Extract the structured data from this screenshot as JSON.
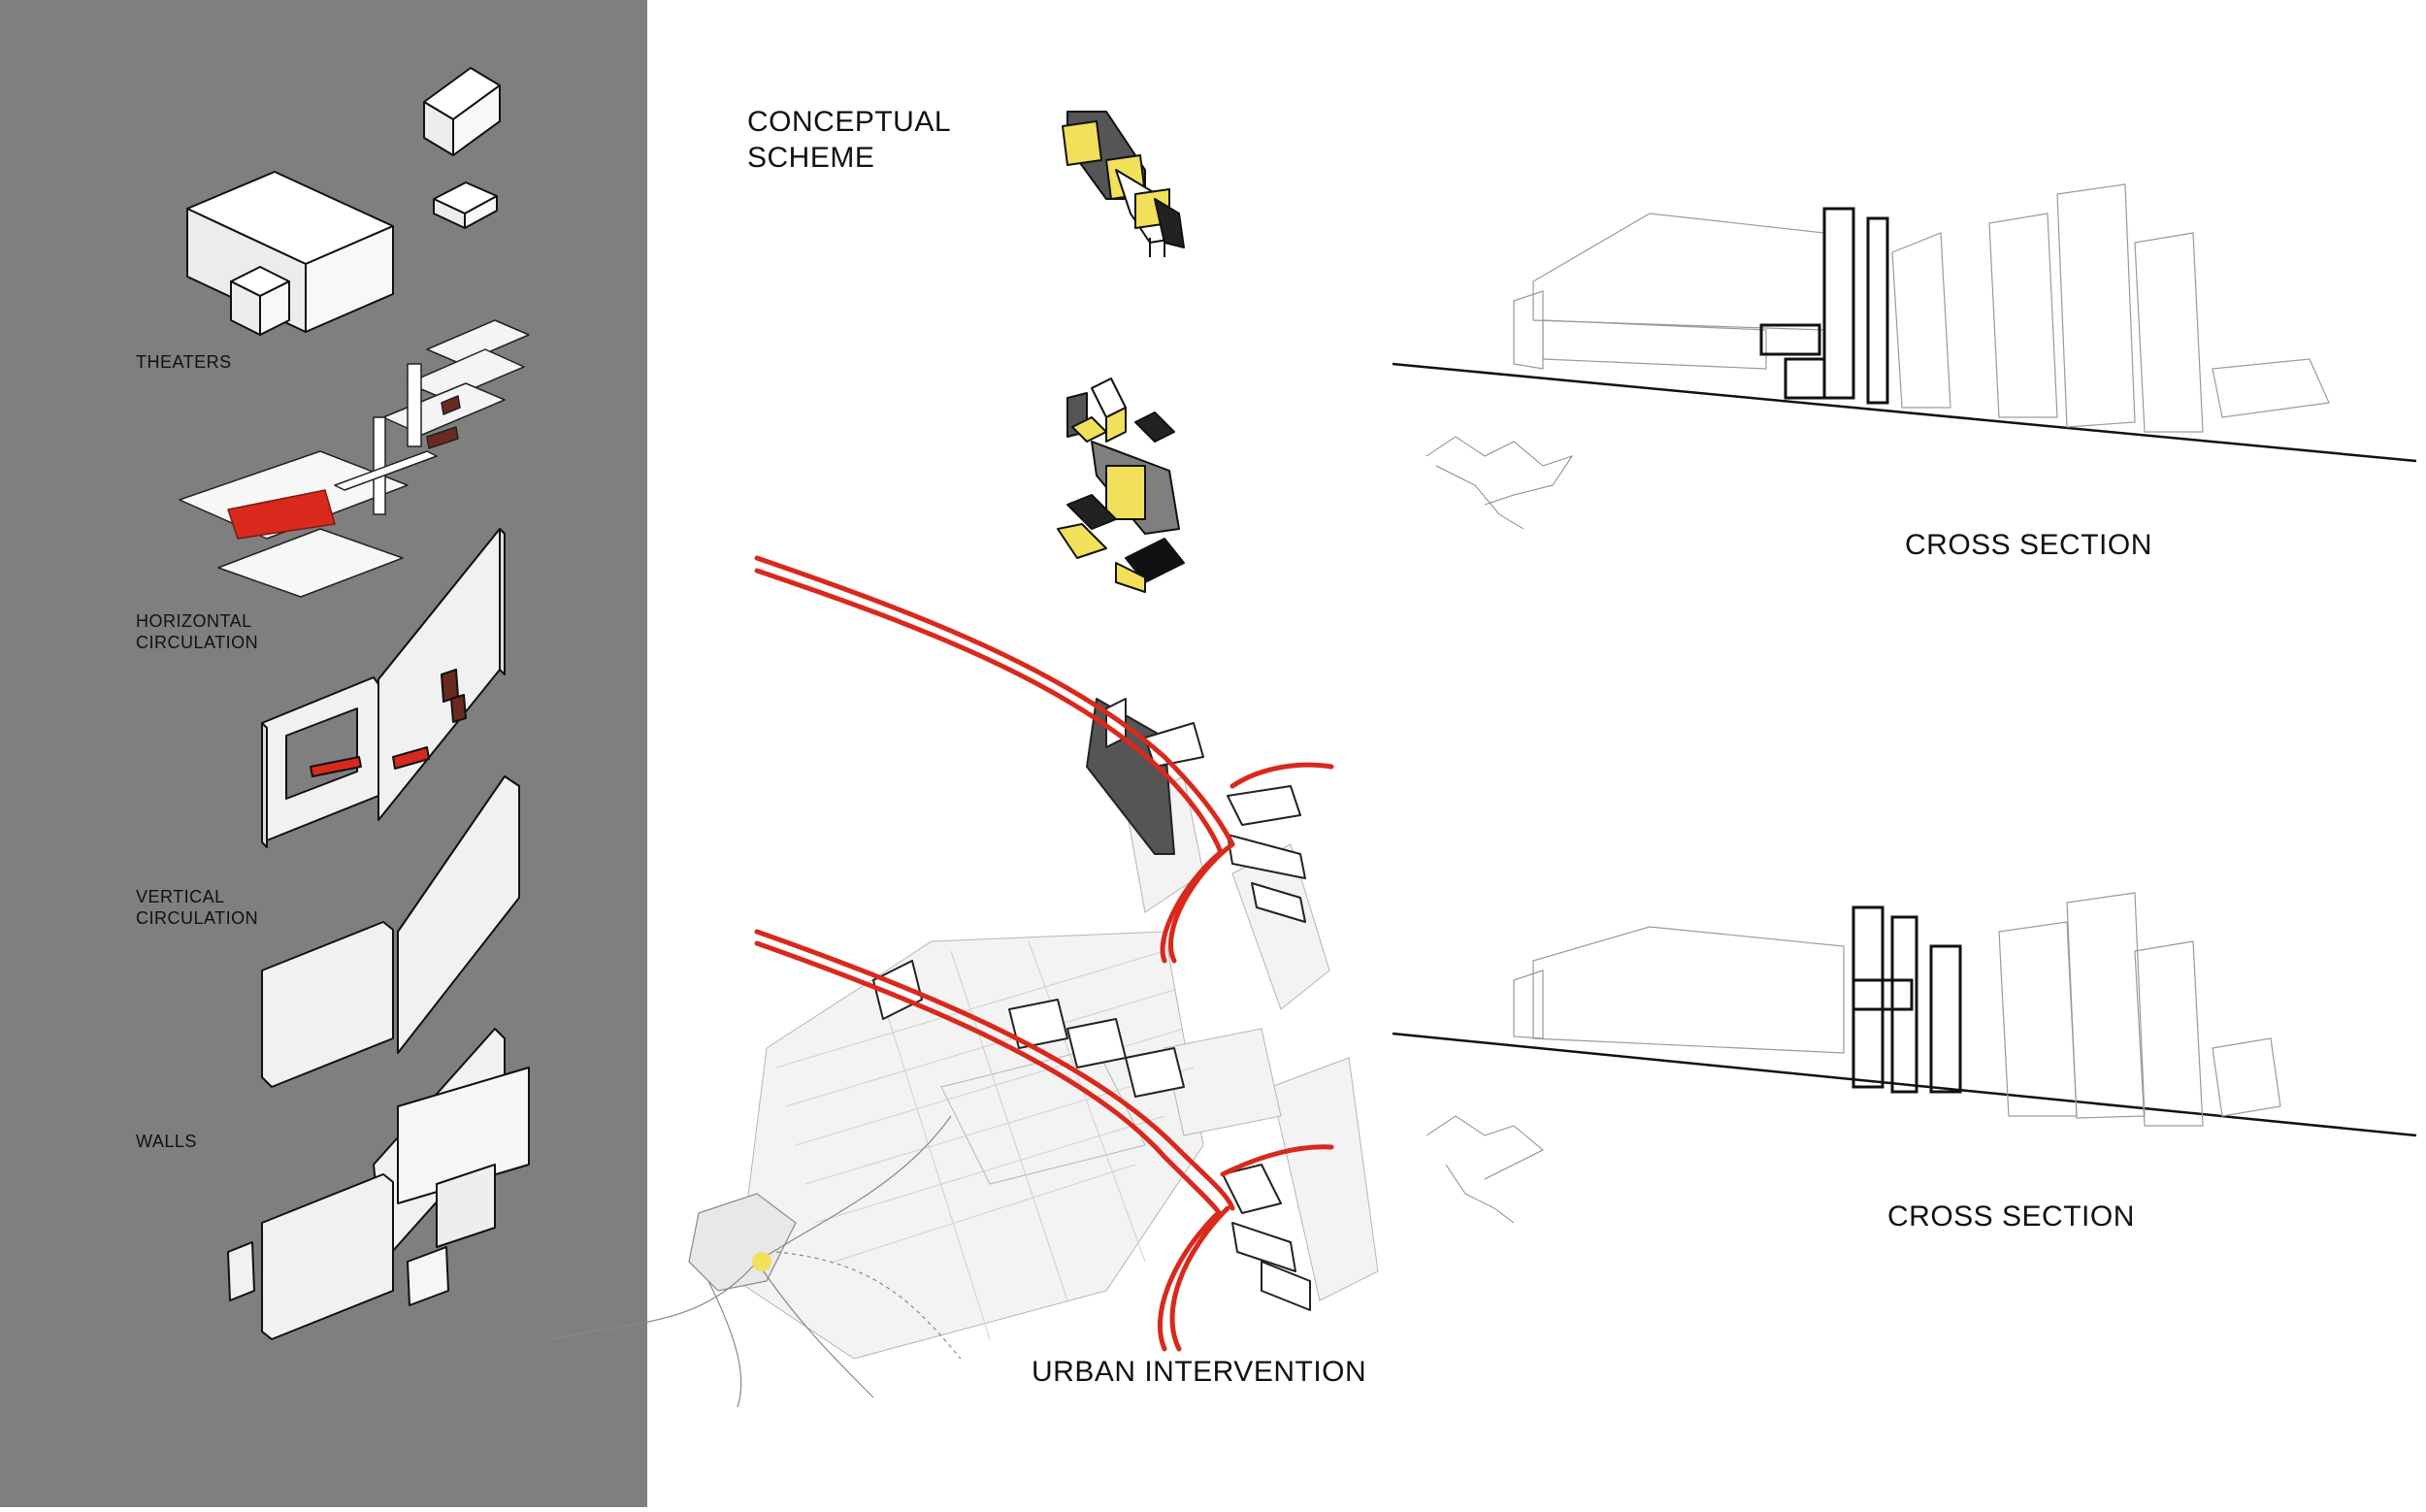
{
  "colors": {
    "panel_gray": "#7f7f80",
    "accent_red": "#d9291c",
    "accent_yellow": "#f2df5a",
    "line_dark": "#111111",
    "paper": "#ffffff"
  },
  "left_panel": {
    "labels": [
      {
        "id": "theaters",
        "lines": [
          "THEATERS"
        ]
      },
      {
        "id": "horizontal",
        "lines": [
          "HORIZONTAL",
          "CIRCULATION"
        ]
      },
      {
        "id": "vertical",
        "lines": [
          "VERTICAL",
          "CIRCULATION"
        ]
      },
      {
        "id": "walls",
        "lines": [
          "WALLS"
        ]
      }
    ]
  },
  "main": {
    "conceptual_scheme": {
      "lines": [
        "CONCEPTUAL",
        "SCHEME"
      ]
    },
    "urban_intervention": "URBAN INTERVENTION",
    "cross_section_1": "CROSS SECTION",
    "cross_section_2": "CROSS SECTION"
  }
}
